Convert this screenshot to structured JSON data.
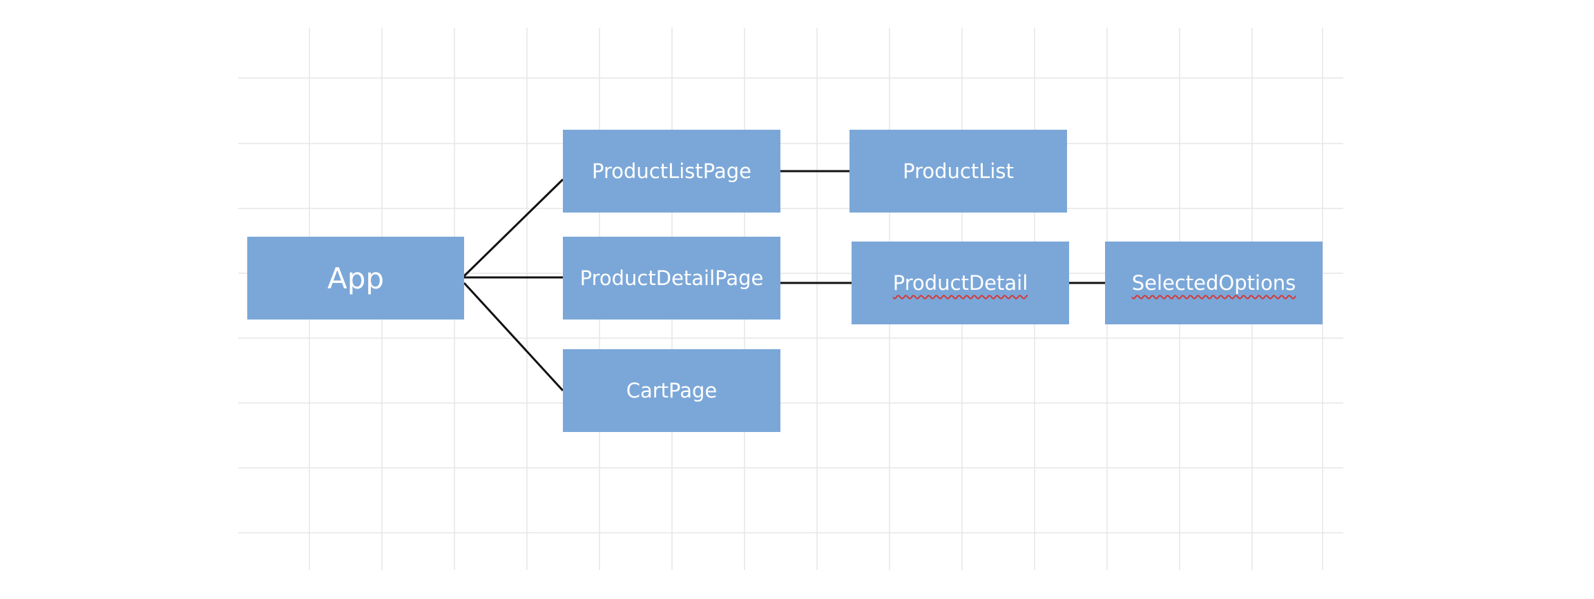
{
  "diagram": {
    "type": "tree",
    "nodes": [
      {
        "id": "app",
        "label": "App",
        "spellcheck_flag": false
      },
      {
        "id": "product-list-page",
        "label": "ProductListPage",
        "spellcheck_flag": false
      },
      {
        "id": "product-detail-page",
        "label": "ProductDetailPage",
        "spellcheck_flag": false
      },
      {
        "id": "cart-page",
        "label": "CartPage",
        "spellcheck_flag": false
      },
      {
        "id": "product-list",
        "label": "ProductList",
        "spellcheck_flag": false
      },
      {
        "id": "product-detail",
        "label": "ProductDetail",
        "spellcheck_flag": true
      },
      {
        "id": "selected-options",
        "label": "SelectedOptions",
        "spellcheck_flag": true
      }
    ],
    "edges": [
      {
        "from": "app",
        "to": "product-list-page"
      },
      {
        "from": "app",
        "to": "product-detail-page"
      },
      {
        "from": "app",
        "to": "cart-page"
      },
      {
        "from": "product-list-page",
        "to": "product-list"
      },
      {
        "from": "product-detail-page",
        "to": "product-detail"
      },
      {
        "from": "product-detail",
        "to": "selected-options"
      }
    ],
    "colors": {
      "node_fill": "#7ba7d8",
      "node_text": "#ffffff",
      "edge": "#111111",
      "grid": "#e6e6e6",
      "spellcheck_underline": "#d23a3a"
    }
  }
}
